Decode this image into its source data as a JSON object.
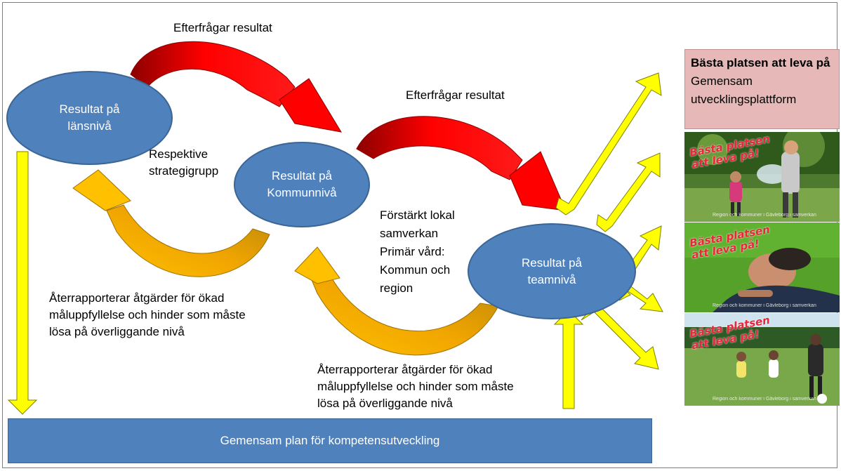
{
  "nodes": {
    "county": "Resultat på\nlänsnivå",
    "municipality": "Resultat på\nKommunnivå",
    "team": "Resultat på\nteamnivå"
  },
  "labels": {
    "requests_top": "Efterfrågar resultat",
    "requests_middle": "Efterfrågar resultat",
    "strategy_group": "Respektive\nstrategigrupp",
    "local_collab": "Förstärkt lokal\nsamverkan\nPrimär vård:\nKommun och\nregion",
    "report_left": "Återrapporterar åtgärder för ökad\nmåluppfyllelse och hinder som måste\nlösa på överliggande nivå",
    "report_bottom": "Återrapporterar åtgärder för ökad\nmåluppfyllelse och hinder som måste\nlösa på överliggande nivå"
  },
  "plan_bar": "Gemensam plan för kompetensutveckling",
  "side_panel": {
    "title": "Bästa platsen att leva på",
    "subtitle": "Gemensam utvecklingsplattform",
    "photos": [
      {
        "slogan": "Bästa platsen\natt leva på!",
        "caption": "Region och kommuner i Gävleborg i samverkan"
      },
      {
        "slogan": "Bästa platsen\natt leva på!",
        "caption": "Region och kommuner i Gävleborg i samverkan"
      },
      {
        "slogan": "Bästa platsen\natt leva på!",
        "caption": "Region och kommuner i Gävleborg i samverkan"
      }
    ]
  },
  "colors": {
    "node_fill": "#4f81bd",
    "request_arrow": "#ff0000",
    "report_arrow": "#ffc000",
    "flow_arrow": "#ffff00",
    "header_fill": "#e6b8b7"
  }
}
